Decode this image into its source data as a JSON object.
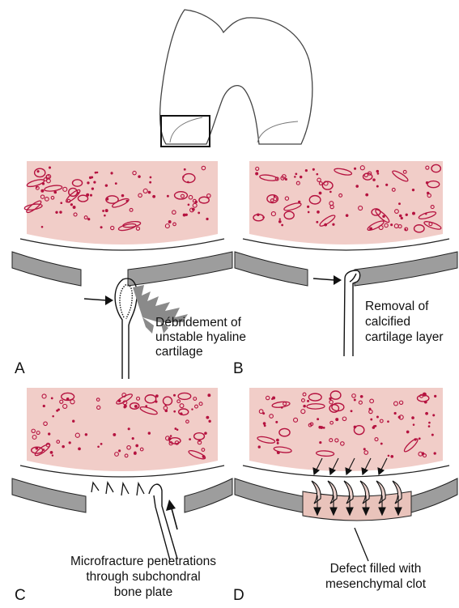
{
  "panels": [
    {
      "letter": "A",
      "caption": [
        "Débridement of",
        "unstable hyaline",
        "cartilage"
      ]
    },
    {
      "letter": "B",
      "caption": [
        "Removal of",
        "calcified",
        "cartilage layer"
      ]
    },
    {
      "letter": "C",
      "caption": [
        "Microfracture penetrations",
        "through subchondral",
        "bone plate"
      ]
    },
    {
      "letter": "D",
      "caption": [
        "Defect filled with",
        "mesenchymal clot"
      ]
    }
  ],
  "colors": {
    "bone_fill": "#f1cdc8",
    "bone_speck": "#b5123f",
    "cartilage": "#9d9d9d",
    "clot": "#e9c3bb",
    "outline": "#222222"
  }
}
